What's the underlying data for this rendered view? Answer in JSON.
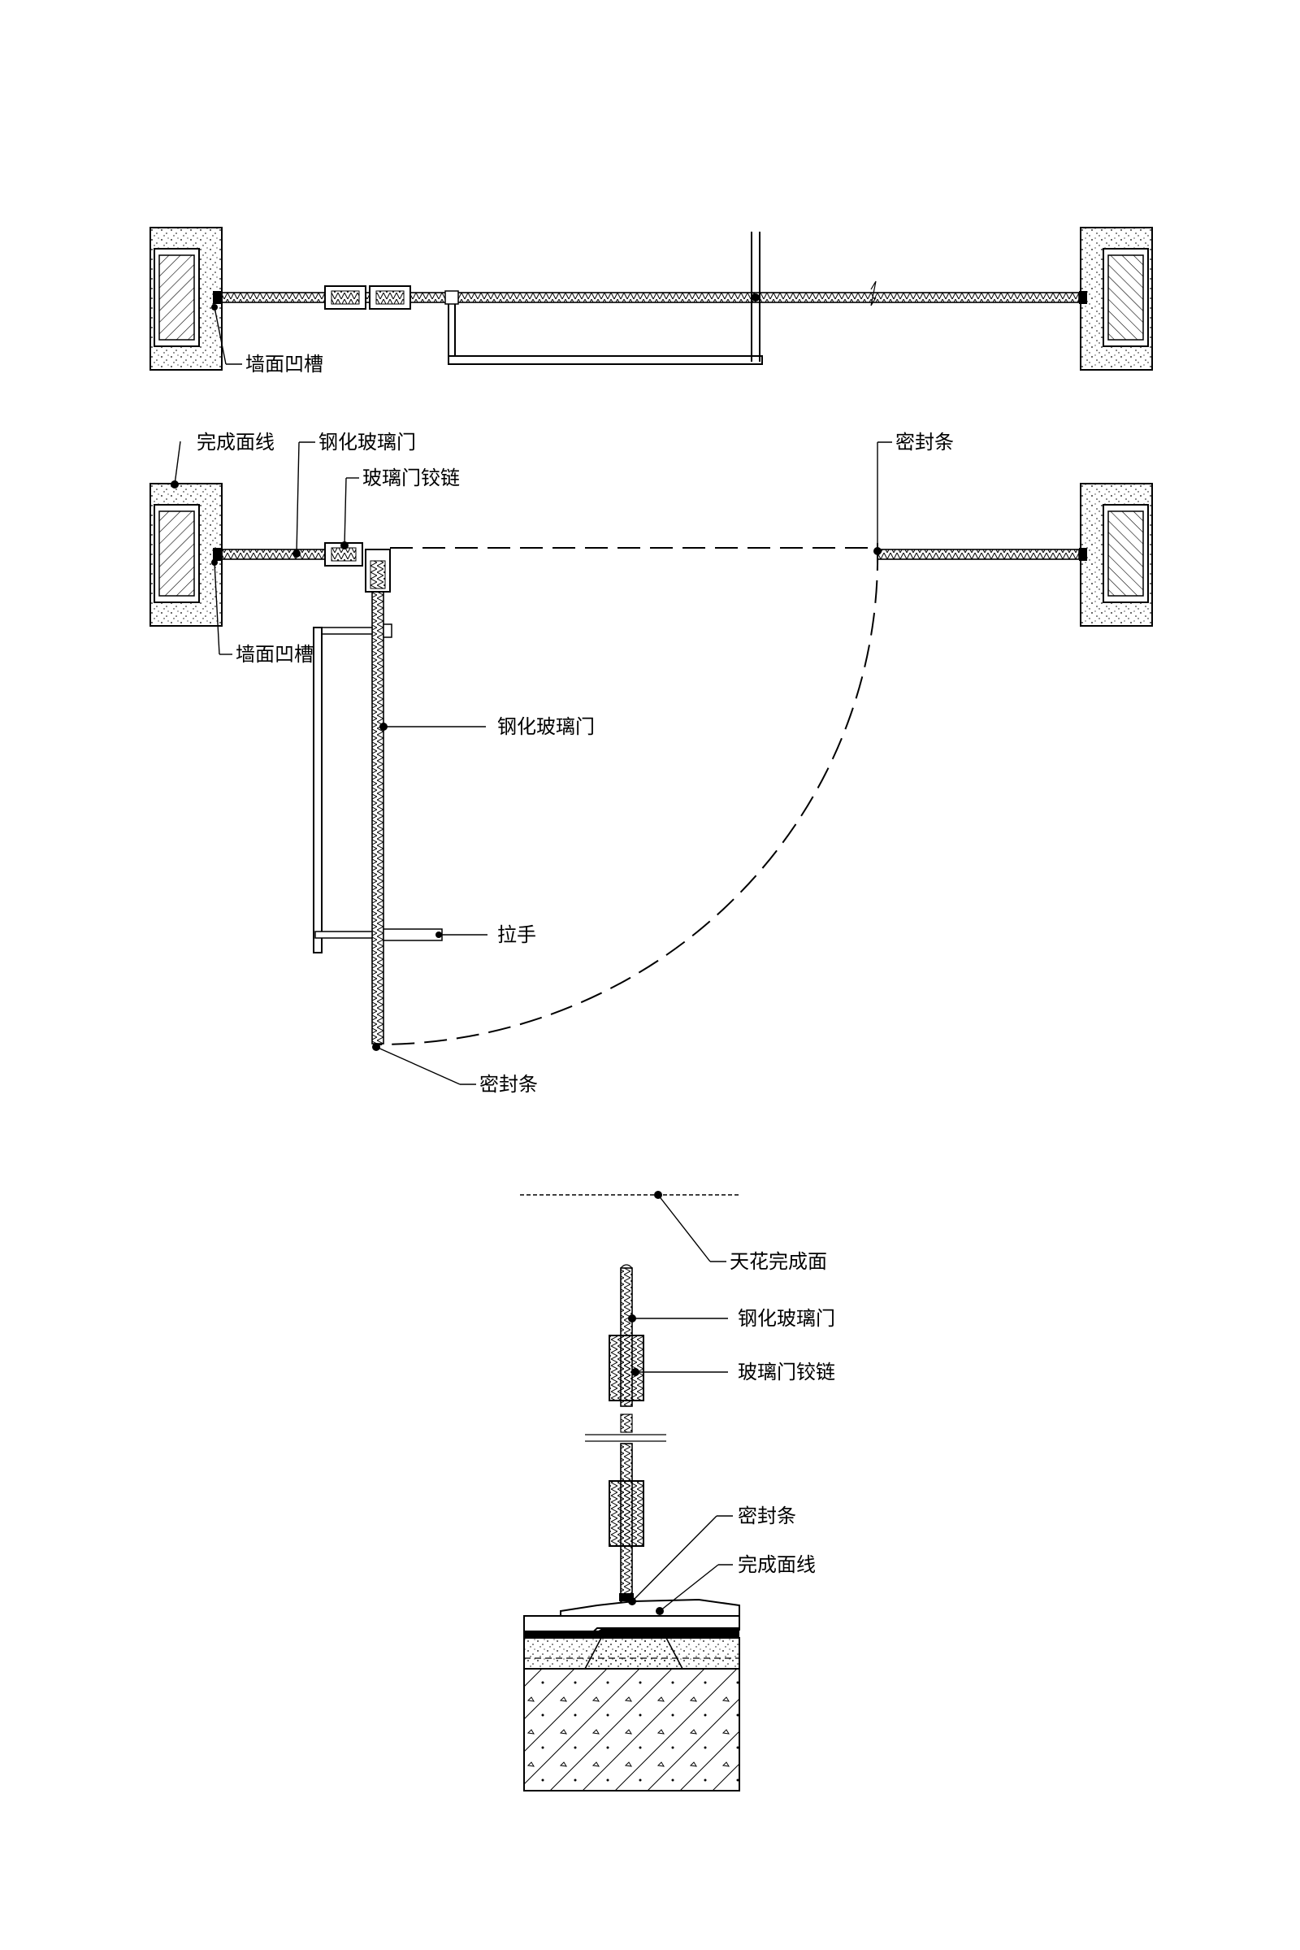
{
  "labels": {
    "wall_groove": "墙面凹槽",
    "finish_line": "完成面线",
    "tempered_glass_door": "钢化玻璃门",
    "glass_door_hinge": "玻璃门铰链",
    "seal_strip": "密封条",
    "handle": "拉手",
    "ceiling_finish": "天花完成面"
  }
}
